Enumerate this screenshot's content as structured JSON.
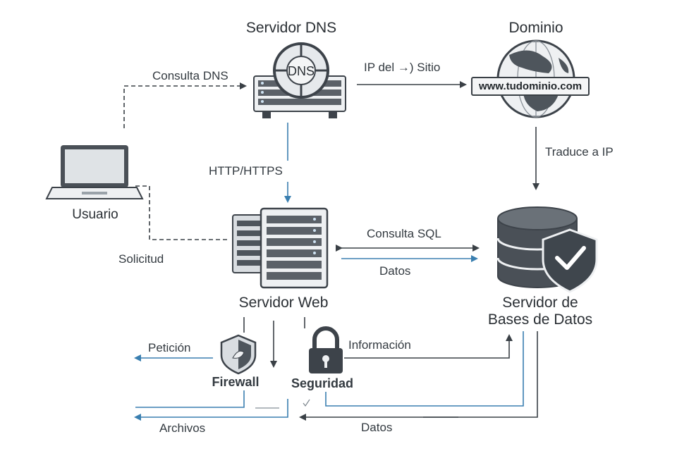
{
  "nodes": {
    "dns": {
      "title": "Servidor DNS",
      "badge": "DNS"
    },
    "domain": {
      "title": "Dominio",
      "url": "www.tudominio.com"
    },
    "user": {
      "title": "Usuario"
    },
    "web": {
      "title": "Servidor Web"
    },
    "db": {
      "title_line1": "Servidor de",
      "title_line2": "Bases de Datos"
    },
    "firewall": {
      "title": "Firewall"
    },
    "security": {
      "title": "Seguridad"
    }
  },
  "edges": {
    "consulta_dns": "Consulta DNS",
    "ip_sitio": "IP del →) Sitio",
    "traduce_ip": "Traduce a IP",
    "http": "HTTP/HTTPS",
    "solicitud": "Solicitud",
    "consulta_sql": "Consulta SQL",
    "datos_1": "Datos",
    "peticion": "Petición",
    "informacion": "Información",
    "archivos": "Archivos",
    "datos_2": "Datos"
  },
  "colors": {
    "line": "#3a4046",
    "accent_blue": "#3a7fb0",
    "icon_dark": "#3d434a",
    "icon_light": "#e9ecef"
  }
}
